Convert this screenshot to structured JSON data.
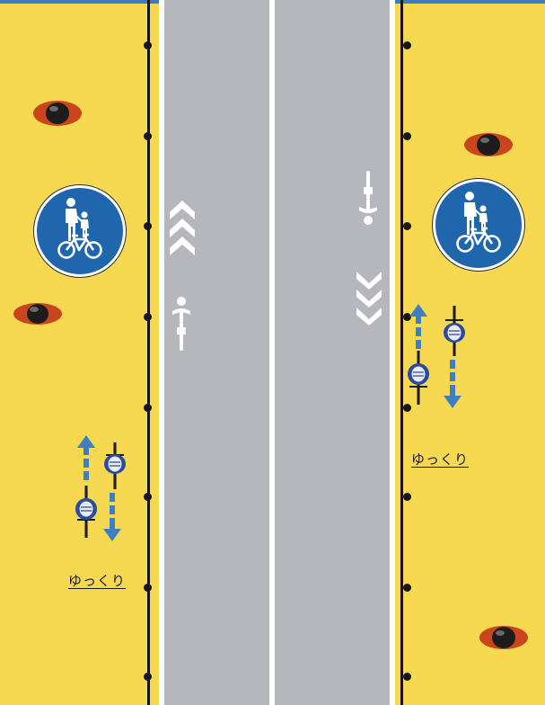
{
  "colors": {
    "sidewalk": "#f6d950",
    "road": "#b6b7bd",
    "lane_marking": "#ffffff",
    "curb_line": "#161616",
    "sign_blue": "#1f66ad",
    "arrow_blue": "#3e7fc2",
    "top_bar": "#3a7cc0"
  },
  "scene": {
    "left_sidewalk": {
      "sign": {
        "icon": "pedestrian-and-bicycle-sign",
        "depicts": [
          "adult-child-pedestrian-icon",
          "bicycle-icon"
        ]
      },
      "slow_label": "ゆっくり",
      "cyclists": [
        "cyclist-northbound",
        "cyclist-southbound"
      ],
      "pedestrians": 2
    },
    "right_sidewalk": {
      "sign": {
        "icon": "pedestrian-and-bicycle-sign",
        "depicts": [
          "adult-child-pedestrian-icon",
          "bicycle-icon"
        ]
      },
      "slow_label": "ゆっくり",
      "cyclists": [
        "cyclist-northbound",
        "cyclist-southbound"
      ],
      "pedestrians": 2
    },
    "road": {
      "left_lane": {
        "direction": "up",
        "marking": "bicycle-lane-mark-icon",
        "arrow": "chevron-up-arrow-icon"
      },
      "right_lane": {
        "direction": "down",
        "marking": "bicycle-lane-mark-icon",
        "arrow": "chevron-down-arrow-icon"
      }
    }
  }
}
